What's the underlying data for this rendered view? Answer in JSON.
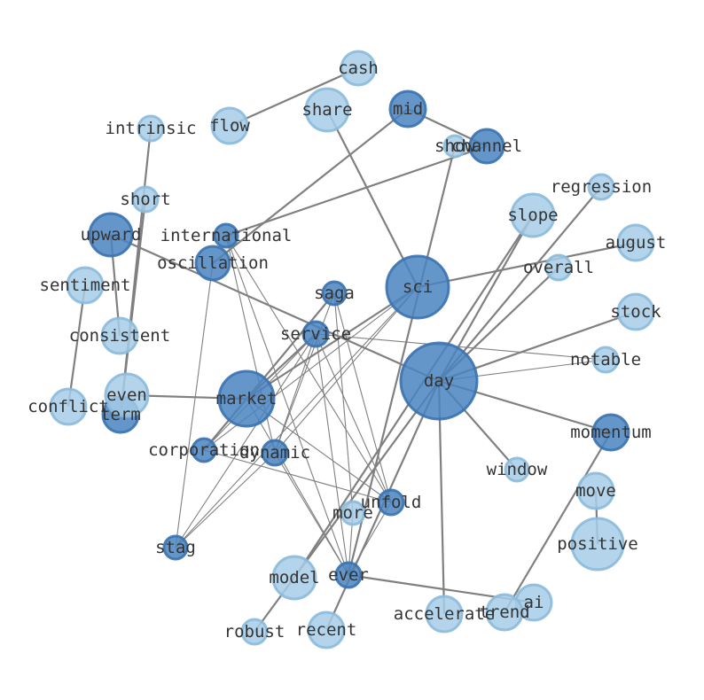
{
  "colors": {
    "edge": "#808080",
    "dark_fill": "#4a84bf",
    "dark_stroke": "#3a72b0",
    "light_fill": "#a6cde6",
    "light_stroke": "#8bbadb",
    "label": "#333333"
  },
  "nodes": [
    {
      "id": "day",
      "label": "day",
      "tone": "dark"
    },
    {
      "id": "sci",
      "label": "sci",
      "tone": "dark"
    },
    {
      "id": "market",
      "label": "market",
      "tone": "dark"
    },
    {
      "id": "upward",
      "label": "upward",
      "tone": "dark"
    },
    {
      "id": "channel",
      "label": "channel",
      "tone": "dark"
    },
    {
      "id": "mid",
      "label": "mid",
      "tone": "dark"
    },
    {
      "id": "momentum",
      "label": "momentum",
      "tone": "dark"
    },
    {
      "id": "term",
      "label": "term",
      "tone": "dark"
    },
    {
      "id": "international",
      "label": "international",
      "tone": "dark"
    },
    {
      "id": "oscillation",
      "label": "oscillation",
      "tone": "dark"
    },
    {
      "id": "saga",
      "label": "saga",
      "tone": "dark"
    },
    {
      "id": "service",
      "label": "service",
      "tone": "dark"
    },
    {
      "id": "corporation",
      "label": "corporation",
      "tone": "dark"
    },
    {
      "id": "dynamic",
      "label": "dynamic",
      "tone": "dark"
    },
    {
      "id": "unfold",
      "label": "unfold",
      "tone": "dark"
    },
    {
      "id": "stag",
      "label": "stag",
      "tone": "dark"
    },
    {
      "id": "ever",
      "label": "ever",
      "tone": "dark"
    },
    {
      "id": "cash",
      "label": "cash",
      "tone": "light"
    },
    {
      "id": "share",
      "label": "share",
      "tone": "light"
    },
    {
      "id": "show",
      "label": "show",
      "tone": "light"
    },
    {
      "id": "intrinsic",
      "label": "intrinsic",
      "tone": "light"
    },
    {
      "id": "flow",
      "label": "flow",
      "tone": "light"
    },
    {
      "id": "regression",
      "label": "regression",
      "tone": "light"
    },
    {
      "id": "short",
      "label": "short",
      "tone": "light"
    },
    {
      "id": "slope",
      "label": "slope",
      "tone": "light"
    },
    {
      "id": "august",
      "label": "august",
      "tone": "light"
    },
    {
      "id": "overall",
      "label": "overall",
      "tone": "light"
    },
    {
      "id": "sentiment",
      "label": "sentiment",
      "tone": "light"
    },
    {
      "id": "consistent",
      "label": "consistent",
      "tone": "light"
    },
    {
      "id": "stock",
      "label": "stock",
      "tone": "light"
    },
    {
      "id": "notable",
      "label": "notable",
      "tone": "light"
    },
    {
      "id": "even",
      "label": "even",
      "tone": "light"
    },
    {
      "id": "conflict",
      "label": "conflict",
      "tone": "light"
    },
    {
      "id": "window",
      "label": "window",
      "tone": "light"
    },
    {
      "id": "move",
      "label": "move",
      "tone": "light"
    },
    {
      "id": "more",
      "label": "more",
      "tone": "light"
    },
    {
      "id": "positive",
      "label": "positive",
      "tone": "light"
    },
    {
      "id": "model",
      "label": "model",
      "tone": "light"
    },
    {
      "id": "ai",
      "label": "ai",
      "tone": "light"
    },
    {
      "id": "trend",
      "label": "trend",
      "tone": "light"
    },
    {
      "id": "accelerate",
      "label": "accelerate",
      "tone": "light"
    },
    {
      "id": "robust",
      "label": "robust",
      "tone": "light"
    },
    {
      "id": "recent",
      "label": "recent",
      "tone": "light"
    }
  ],
  "edges": [
    {
      "from": "cash",
      "to": "flow",
      "weight": "heavy"
    },
    {
      "from": "share",
      "to": "sci",
      "weight": "heavy"
    },
    {
      "from": "mid",
      "to": "channel",
      "weight": "heavy"
    },
    {
      "from": "mid",
      "to": "oscillation",
      "weight": "heavy"
    },
    {
      "from": "channel",
      "to": "international",
      "weight": "heavy"
    },
    {
      "from": "show",
      "to": "ever",
      "weight": "heavy"
    },
    {
      "from": "intrinsic",
      "to": "term",
      "weight": "heavy"
    },
    {
      "from": "short",
      "to": "term",
      "weight": "heavy"
    },
    {
      "from": "upward",
      "to": "day",
      "weight": "heavy"
    },
    {
      "from": "upward",
      "to": "consistent",
      "weight": "heavy"
    },
    {
      "from": "sentiment",
      "to": "conflict",
      "weight": "heavy"
    },
    {
      "from": "even",
      "to": "market",
      "weight": "heavy"
    },
    {
      "from": "regression",
      "to": "day",
      "weight": "heavy"
    },
    {
      "from": "slope",
      "to": "day",
      "weight": "heavy"
    },
    {
      "from": "slope",
      "to": "model",
      "weight": "heavy"
    },
    {
      "from": "august",
      "to": "sci",
      "weight": "heavy"
    },
    {
      "from": "overall",
      "to": "day",
      "weight": "heavy"
    },
    {
      "from": "stock",
      "to": "day",
      "weight": "heavy"
    },
    {
      "from": "momentum",
      "to": "day",
      "weight": "heavy"
    },
    {
      "from": "momentum",
      "to": "trend",
      "weight": "heavy"
    },
    {
      "from": "window",
      "to": "day",
      "weight": "heavy"
    },
    {
      "from": "move",
      "to": "positive",
      "weight": "heavy"
    },
    {
      "from": "day",
      "to": "accelerate",
      "weight": "heavy"
    },
    {
      "from": "day",
      "to": "robust",
      "weight": "heavy"
    },
    {
      "from": "day",
      "to": "recent",
      "weight": "heavy"
    },
    {
      "from": "ever",
      "to": "ai",
      "weight": "heavy"
    },
    {
      "from": "sci",
      "to": "market",
      "weight": "heavy"
    },
    {
      "from": "saga",
      "to": "corporation",
      "weight": "heavy"
    },
    {
      "from": "service",
      "to": "market",
      "weight": "heavy"
    },
    {
      "from": "day",
      "to": "notable",
      "weight": "light"
    },
    {
      "from": "service",
      "to": "notable",
      "weight": "light"
    },
    {
      "from": "saga",
      "to": "market",
      "weight": "light"
    },
    {
      "from": "saga",
      "to": "dynamic",
      "weight": "light"
    },
    {
      "from": "saga",
      "to": "unfold",
      "weight": "light"
    },
    {
      "from": "saga",
      "to": "more",
      "weight": "light"
    },
    {
      "from": "service",
      "to": "corporation",
      "weight": "light"
    },
    {
      "from": "service",
      "to": "dynamic",
      "weight": "light"
    },
    {
      "from": "service",
      "to": "unfold",
      "weight": "light"
    },
    {
      "from": "service",
      "to": "ever",
      "weight": "light"
    },
    {
      "from": "service",
      "to": "stag",
      "weight": "light"
    },
    {
      "from": "sci",
      "to": "corporation",
      "weight": "light"
    },
    {
      "from": "sci",
      "to": "dynamic",
      "weight": "light"
    },
    {
      "from": "sci",
      "to": "stag",
      "weight": "light"
    },
    {
      "from": "international",
      "to": "dynamic",
      "weight": "light"
    },
    {
      "from": "international",
      "to": "unfold",
      "weight": "light"
    },
    {
      "from": "international",
      "to": "ever",
      "weight": "light"
    },
    {
      "from": "oscillation",
      "to": "stag",
      "weight": "light"
    },
    {
      "from": "corporation",
      "to": "unfold",
      "weight": "light"
    },
    {
      "from": "dynamic",
      "to": "stag",
      "weight": "light"
    },
    {
      "from": "dynamic",
      "to": "ever",
      "weight": "light"
    },
    {
      "from": "market",
      "to": "unfold",
      "weight": "light"
    },
    {
      "from": "market",
      "to": "ever",
      "weight": "light"
    },
    {
      "from": "more",
      "to": "ever",
      "weight": "light"
    },
    {
      "from": "unfold",
      "to": "ever",
      "weight": "light"
    }
  ]
}
